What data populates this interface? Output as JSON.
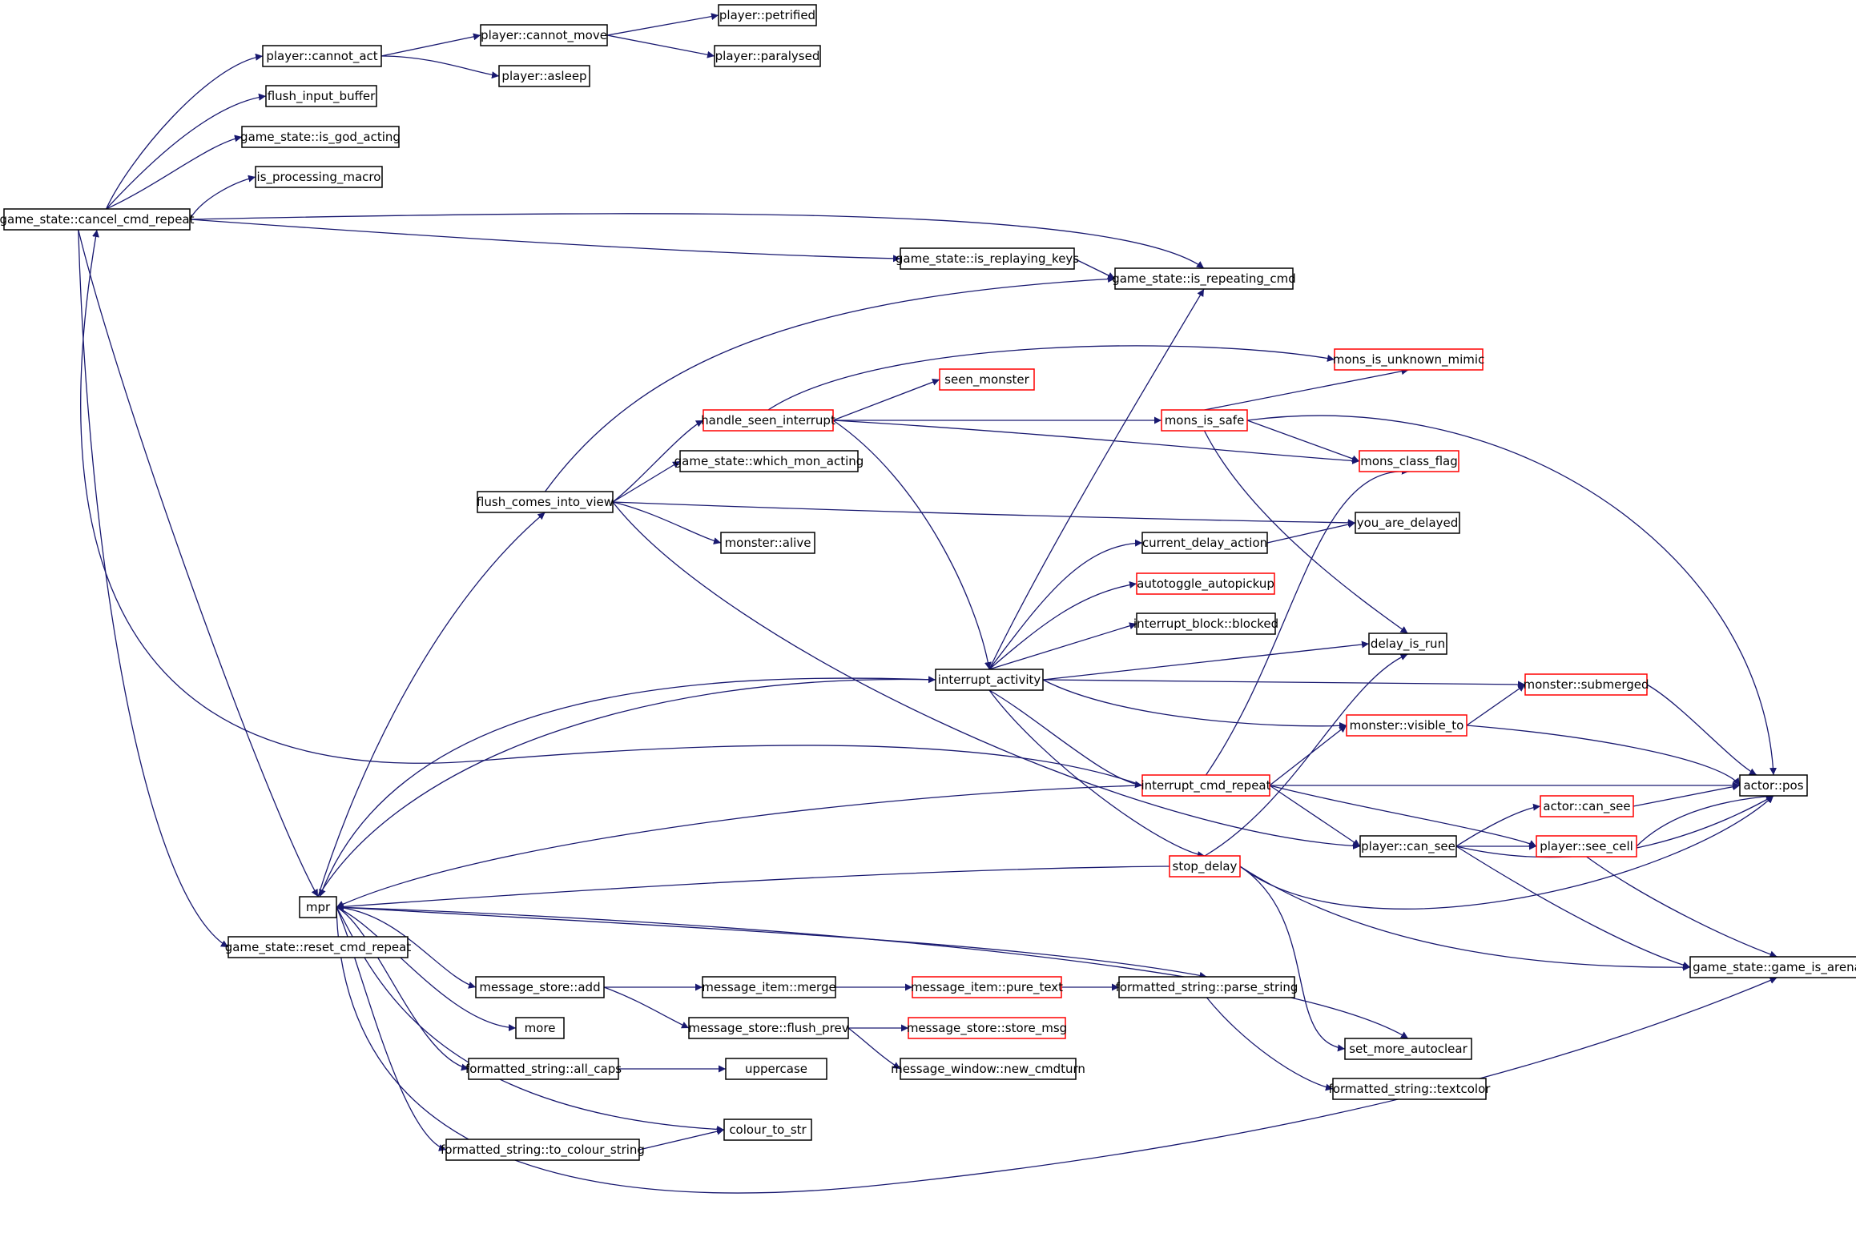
{
  "colors": {
    "edge": "#191970",
    "node_border": "#000000",
    "node_border_truncated": "#ff0000",
    "root_fill": "#bfbfbf"
  },
  "nodes": {
    "root": "game_state::cancel_cmd_repeat",
    "cannot_act": "player::cannot_act",
    "cannot_move": "player::cannot_move",
    "petrified": "player::petrified",
    "paralysed": "player::paralysed",
    "asleep": "player::asleep",
    "flush_input": "flush_input_buffer",
    "is_god_acting": "game_state::is_god_acting",
    "is_processing_macro": "is_processing_macro",
    "is_replaying_keys": "game_state::is_replaying_keys",
    "is_repeating_cmd": "game_state::is_repeating_cmd",
    "mons_unknown_mimic": "mons_is_unknown_mimic",
    "seen_monster": "seen_monster",
    "handle_seen": "handle_seen_interrupt",
    "mons_is_safe": "mons_is_safe",
    "which_mon": "game_state::which_mon_acting",
    "mons_class_flag": "mons_class_flag",
    "flush_view": "flush_comes_into_view",
    "you_delayed": "you_are_delayed",
    "monster_alive": "monster::alive",
    "current_delay": "current_delay_action",
    "autotoggle": "autotoggle_autopickup",
    "interrupt_block": "interrupt_block::blocked",
    "delay_is_run": "delay_is_run",
    "interrupt_activity": "interrupt_activity",
    "submerged": "monster::submerged",
    "visible_to": "monster::visible_to",
    "interrupt_cmd": "interrupt_cmd_repeat",
    "actor_pos": "actor::pos",
    "actor_can_see": "actor::can_see",
    "player_can_see": "player::can_see",
    "see_cell": "player::see_cell",
    "stop_delay": "stop_delay",
    "mpr": "mpr",
    "reset_cmd": "game_state::reset_cmd_repeat",
    "game_is_arena": "game_state::game_is_arena",
    "msg_add": "message_store::add",
    "msg_merge": "message_item::merge",
    "pure_text": "message_item::pure_text",
    "parse_string": "formatted_string::parse_string",
    "more": "more",
    "flush_prev": "message_store::flush_prev",
    "store_msg": "message_store::store_msg",
    "set_more": "set_more_autoclear",
    "all_caps": "formatted_string::all_caps",
    "uppercase": "uppercase",
    "new_cmdturn": "message_window::new_cmdturn",
    "textcolor": "formatted_string::textcolor",
    "colour_to_str": "colour_to_str",
    "to_colour_string": "formatted_string::to_colour_string"
  }
}
